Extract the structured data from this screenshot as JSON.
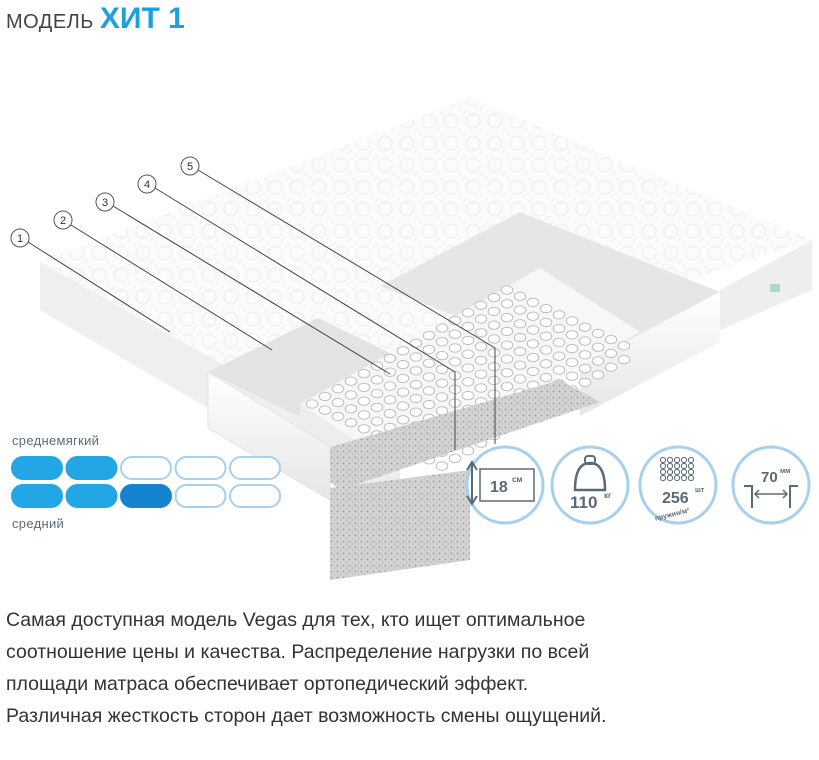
{
  "header": {
    "prefix": "МОДЕЛЬ",
    "model": "ХИТ 1"
  },
  "callouts": [
    "1",
    "2",
    "3",
    "4",
    "5"
  ],
  "firmness": {
    "top_label": "среднемягкий",
    "bottom_label": "средний",
    "top_scale": {
      "filled": 2,
      "total": 5
    },
    "bottom_scale": {
      "filled": 3,
      "total": 5
    }
  },
  "features": {
    "height": {
      "value": "18",
      "unit": "см"
    },
    "load": {
      "value": "110",
      "unit": "кг"
    },
    "springs": {
      "value": "256",
      "unit": "шт",
      "caption": "пружин/м²"
    },
    "width": {
      "value": "70",
      "unit": "мм"
    }
  },
  "description": {
    "lines": [
      "Самая доступная модель Vegas для тех, кто ищет оптимальное",
      "соотношение цены и качества. Распределение нагрузки по всей",
      "площади матраса обеспечивает ортопедический эффект.",
      "Различная жесткость сторон дает возможность смены ощущений."
    ]
  },
  "colors": {
    "accent": "#1e9fe0",
    "firm_fill": "#22a6e6",
    "firm_dark": "#1484cc",
    "outline": "#a6d0ee"
  }
}
